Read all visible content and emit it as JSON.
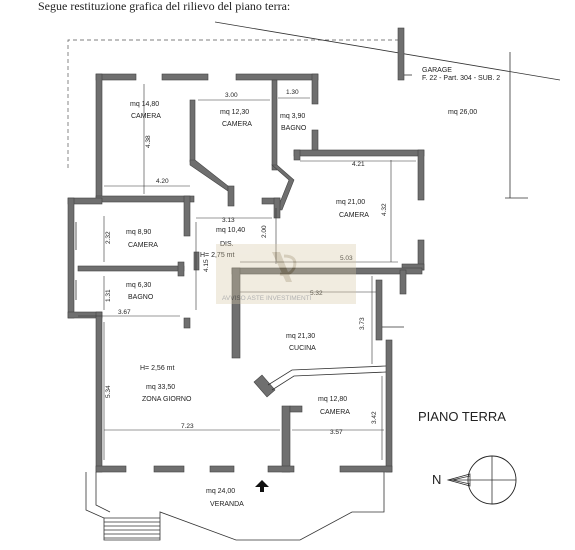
{
  "header": {
    "caption": "Segue restituzione grafica del rilievo del piano terra:"
  },
  "garage": {
    "title": "GARAGE",
    "ref": "F. 22 - Part. 304 - SUB. 2",
    "area": "mq 26,00"
  },
  "rooms": {
    "camera1": {
      "area": "mq 14,80",
      "name": "CAMERA"
    },
    "camera2": {
      "area": "mq 12,30",
      "name": "CAMERA"
    },
    "bagno1": {
      "area": "mq 3,90",
      "name": "BAGNO"
    },
    "camera3": {
      "area": "mq 21,00",
      "name": "CAMERA"
    },
    "camera4": {
      "area": "mq 8,90",
      "name": "CAMERA"
    },
    "dis": {
      "area": "mq 10,40",
      "name": "DIS.",
      "height": "H= 2,75 mt"
    },
    "bagno2": {
      "area": "mq 6,30",
      "name": "BAGNO"
    },
    "cucina": {
      "area": "mq 21,30",
      "name": "CUCINA"
    },
    "zona": {
      "height": "H= 2,56 mt",
      "area": "mq 33,50",
      "name": "ZONA GIORNO"
    },
    "camera5": {
      "area": "mq 12,80",
      "name": "CAMERA"
    },
    "veranda": {
      "area": "mq 24,00",
      "name": "VERANDA"
    }
  },
  "dimensions": {
    "d300": "3.00",
    "d130": "1.30",
    "d438": "4.38",
    "d420": "4.20",
    "d421": "4.21",
    "d432": "4.32",
    "d313": "3.13",
    "d200": "2.00",
    "d232": "2.32",
    "d415": "4.15",
    "d503": "5.03",
    "d532": "5.32",
    "d131": "1.31",
    "d367": "3.67",
    "d373": "3.73",
    "d534": "5.34",
    "d723": "7.23",
    "d342": "3.42",
    "d357": "3.57"
  },
  "plan_title": "PIANO TERRA",
  "compass": {
    "letter": "N"
  },
  "watermark": {
    "text": "AVVISO ASTE INVESTIMENTI"
  }
}
